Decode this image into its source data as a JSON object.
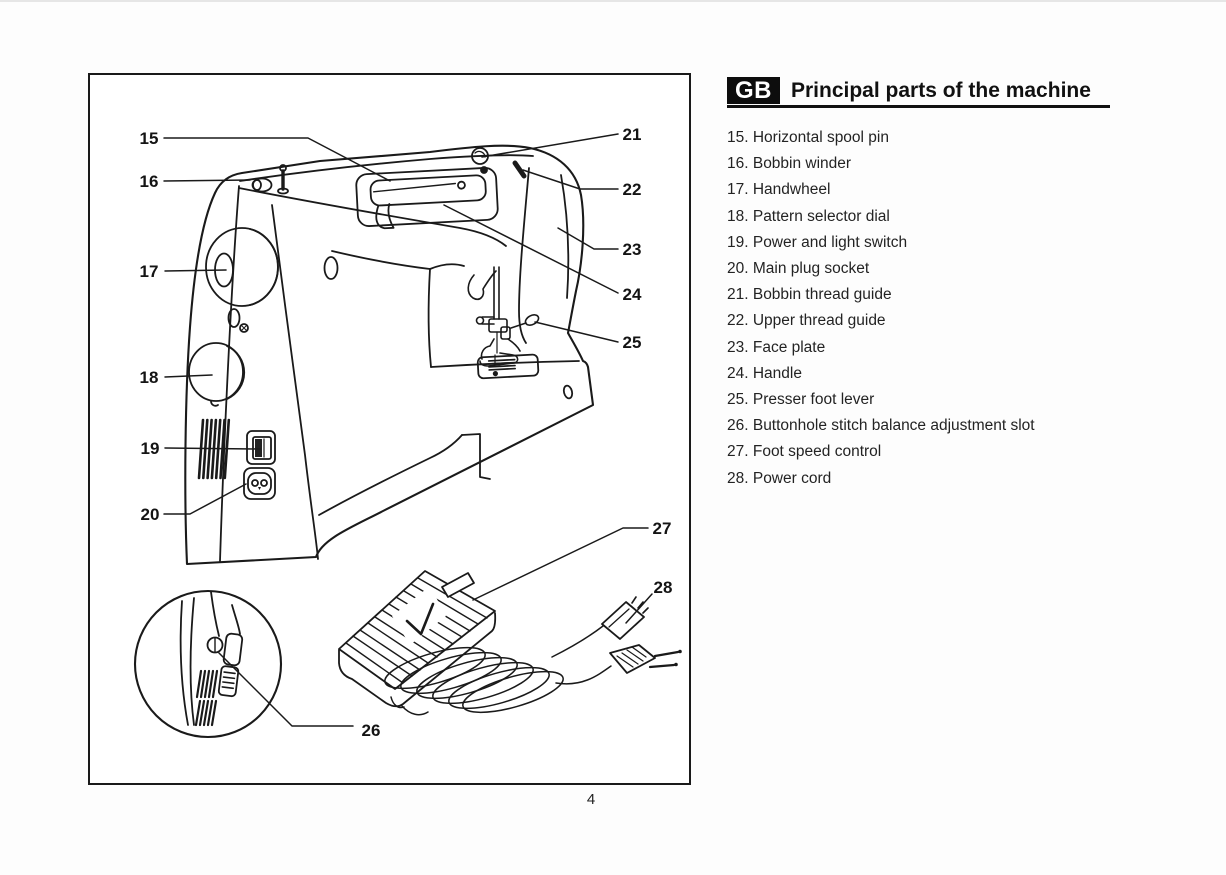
{
  "header": {
    "badge": "GB",
    "title": "Principal parts of the machine"
  },
  "parts": [
    "15. Horizontal spool pin",
    "16. Bobbin winder",
    "17. Handwheel",
    "18. Pattern selector dial",
    "19. Power and light switch",
    "20. Main plug socket",
    "21. Bobbin thread guide",
    "22. Upper thread guide",
    "23. Face plate",
    "24. Handle",
    "25. Presser foot lever",
    "26. Buttonhole stitch balance adjustment slot",
    "27. Foot speed control",
    "28. Power cord"
  ],
  "callouts": [
    "15",
    "16",
    "17",
    "18",
    "19",
    "20",
    "21",
    "22",
    "23",
    "24",
    "25",
    "26",
    "27",
    "28"
  ],
  "page_number": "4",
  "colors": {
    "ink": "#1a1a1a",
    "paper": "#ffffff"
  }
}
